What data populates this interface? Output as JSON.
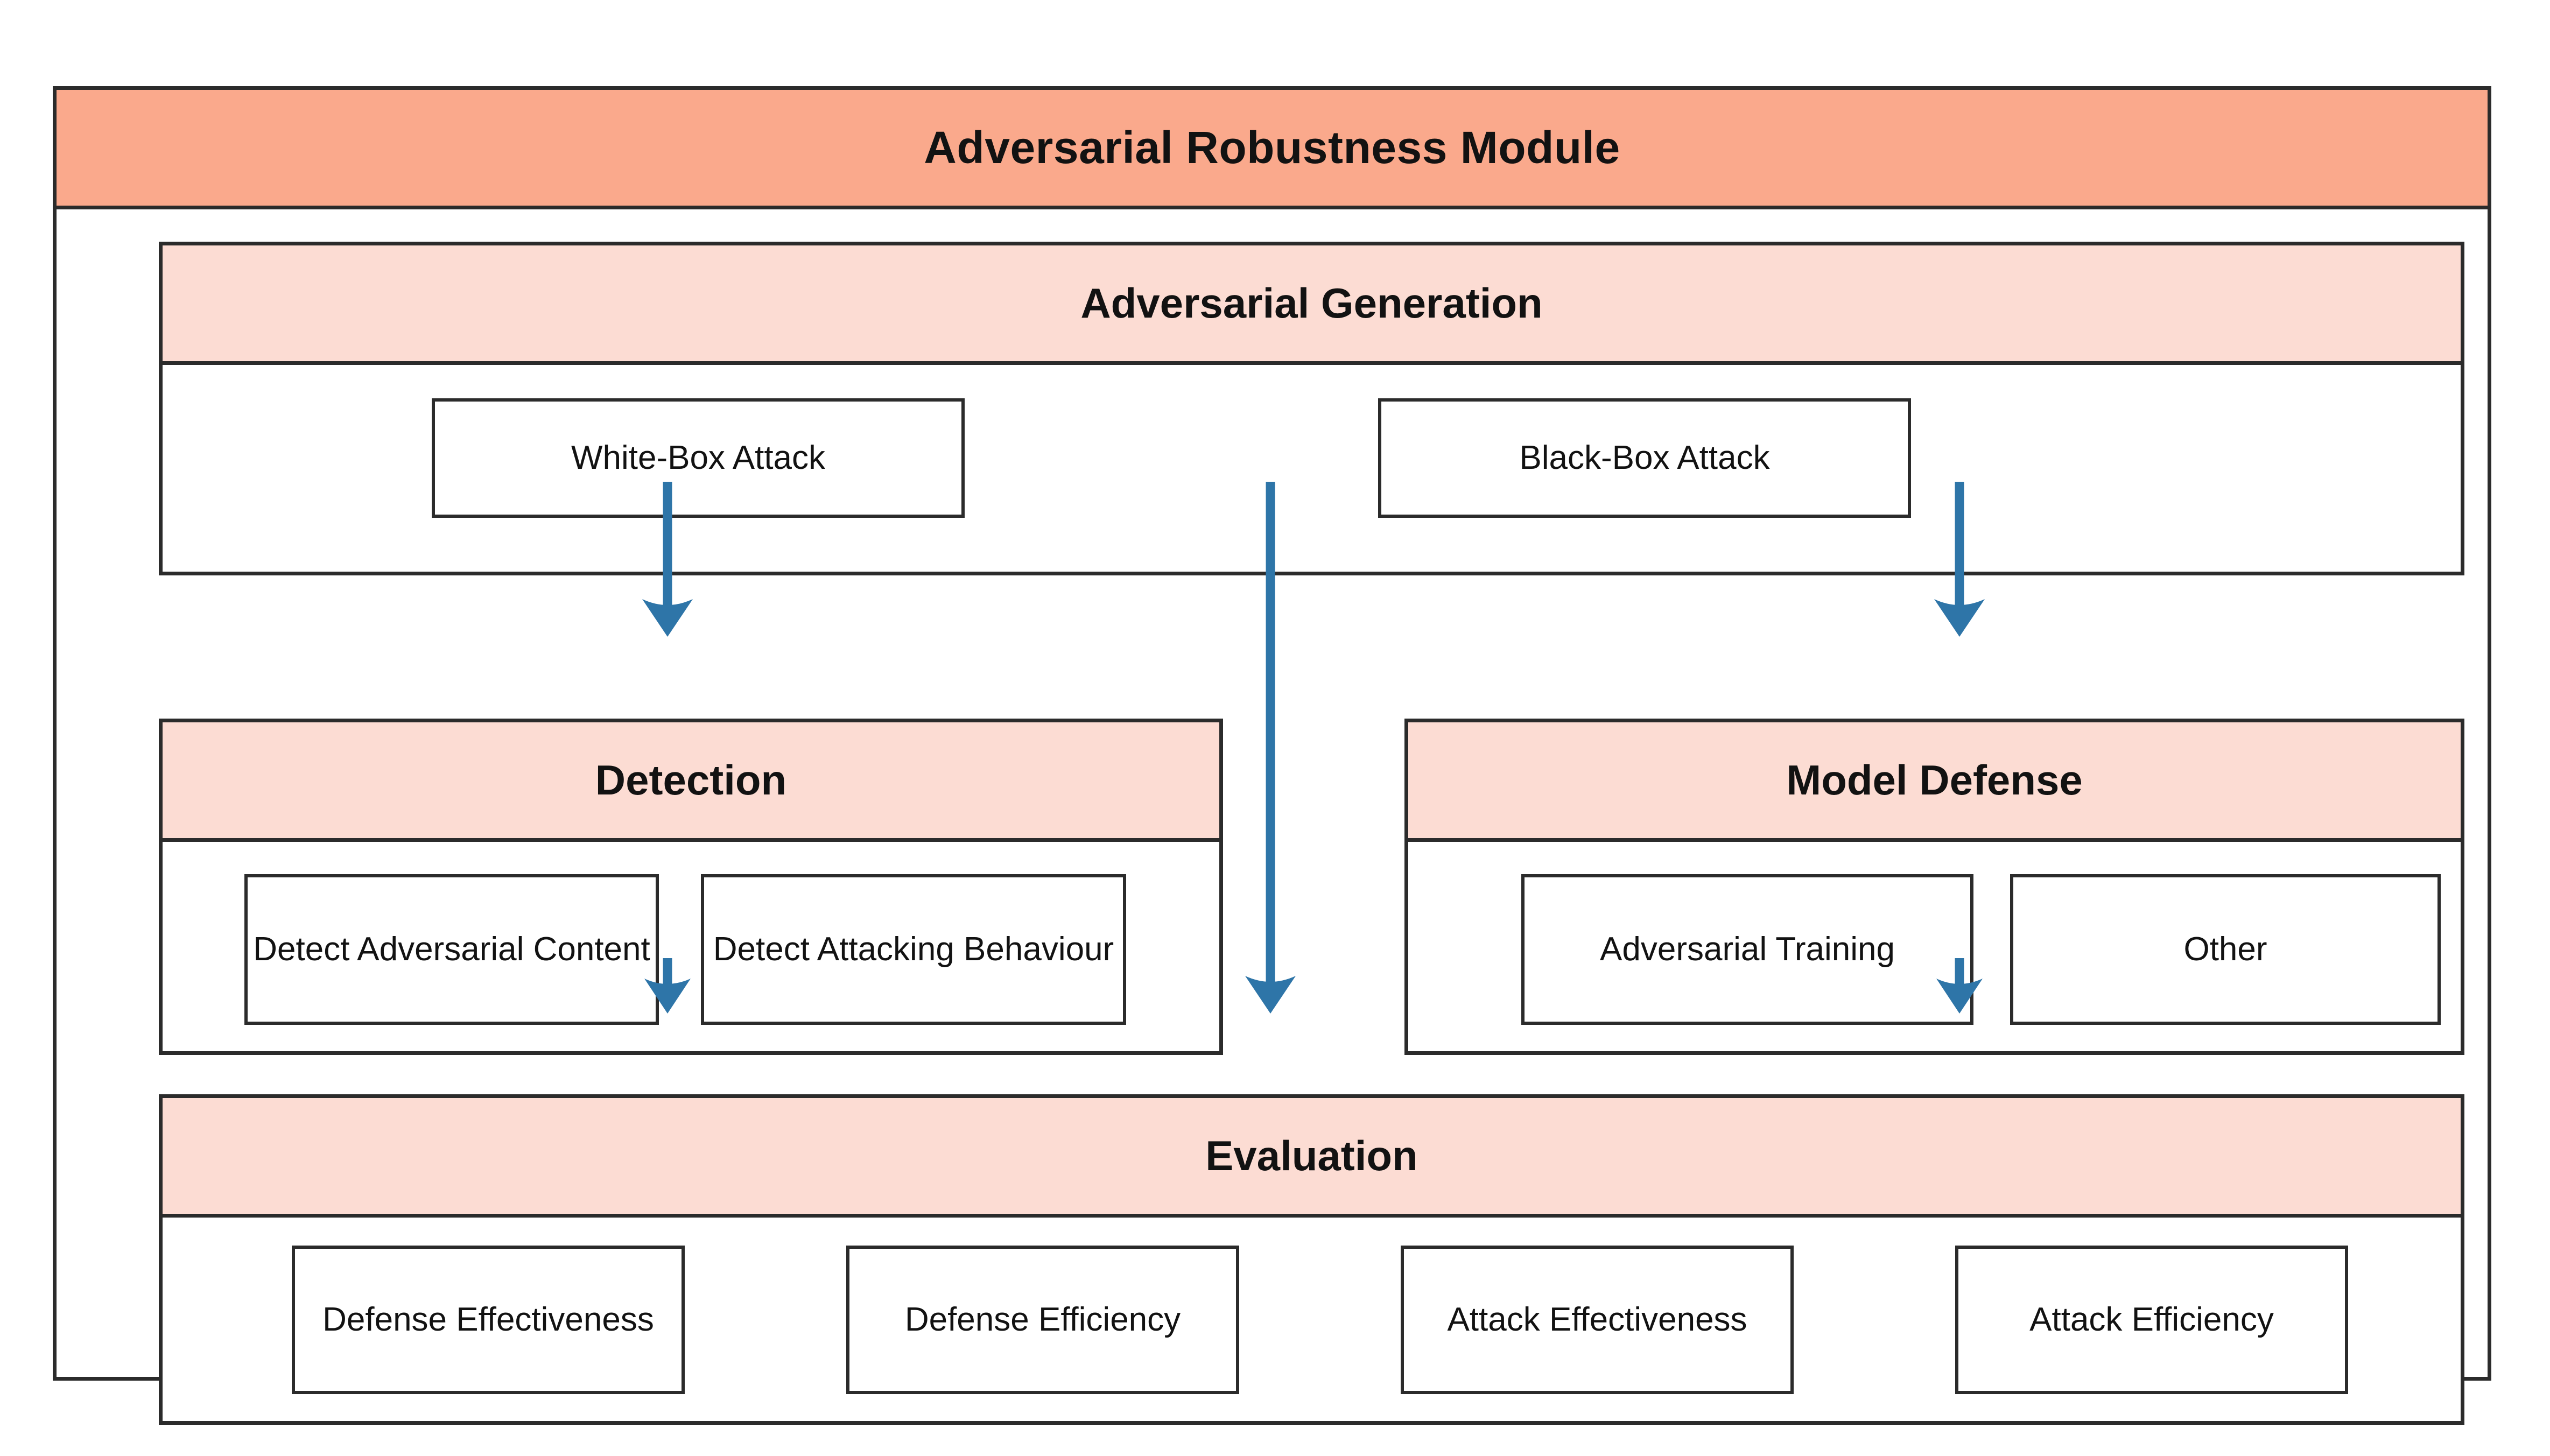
{
  "module": {
    "title": "Adversarial Robustness Module",
    "frame_border_color": "#2b2b2b",
    "title_band_color": "#FAA98C",
    "section_header_color": "#FCDCD3",
    "arrow_color": "#2E75A8"
  },
  "sections": {
    "generation": {
      "title": "Adversarial Generation",
      "nodes": [
        {
          "label": "White-Box Attack"
        },
        {
          "label": "Black-Box Attack"
        }
      ]
    },
    "detection": {
      "title": "Detection",
      "nodes": [
        {
          "label": "Detect Adversarial Content"
        },
        {
          "label": "Detect Attacking Behaviour"
        }
      ]
    },
    "defense": {
      "title": "Model Defense",
      "nodes": [
        {
          "label": "Adversarial Training"
        },
        {
          "label": "Other"
        }
      ]
    },
    "evaluation": {
      "title": "Evaluation",
      "nodes": [
        {
          "label": "Defense Effectiveness"
        },
        {
          "label": "Defense Efficiency"
        },
        {
          "label": "Attack Effectiveness"
        },
        {
          "label": "Attack Efficiency"
        }
      ]
    }
  },
  "connectors": [
    {
      "name": "generation-to-detection",
      "from": "Adversarial Generation",
      "to": "Detection"
    },
    {
      "name": "generation-to-model-defense",
      "from": "Adversarial Generation",
      "to": "Model Defense"
    },
    {
      "name": "generation-to-evaluation",
      "from": "Adversarial Generation",
      "to": "Evaluation"
    },
    {
      "name": "detection-to-evaluation",
      "from": "Detection",
      "to": "Evaluation"
    },
    {
      "name": "model-defense-to-evaluation",
      "from": "Model Defense",
      "to": "Evaluation"
    }
  ]
}
